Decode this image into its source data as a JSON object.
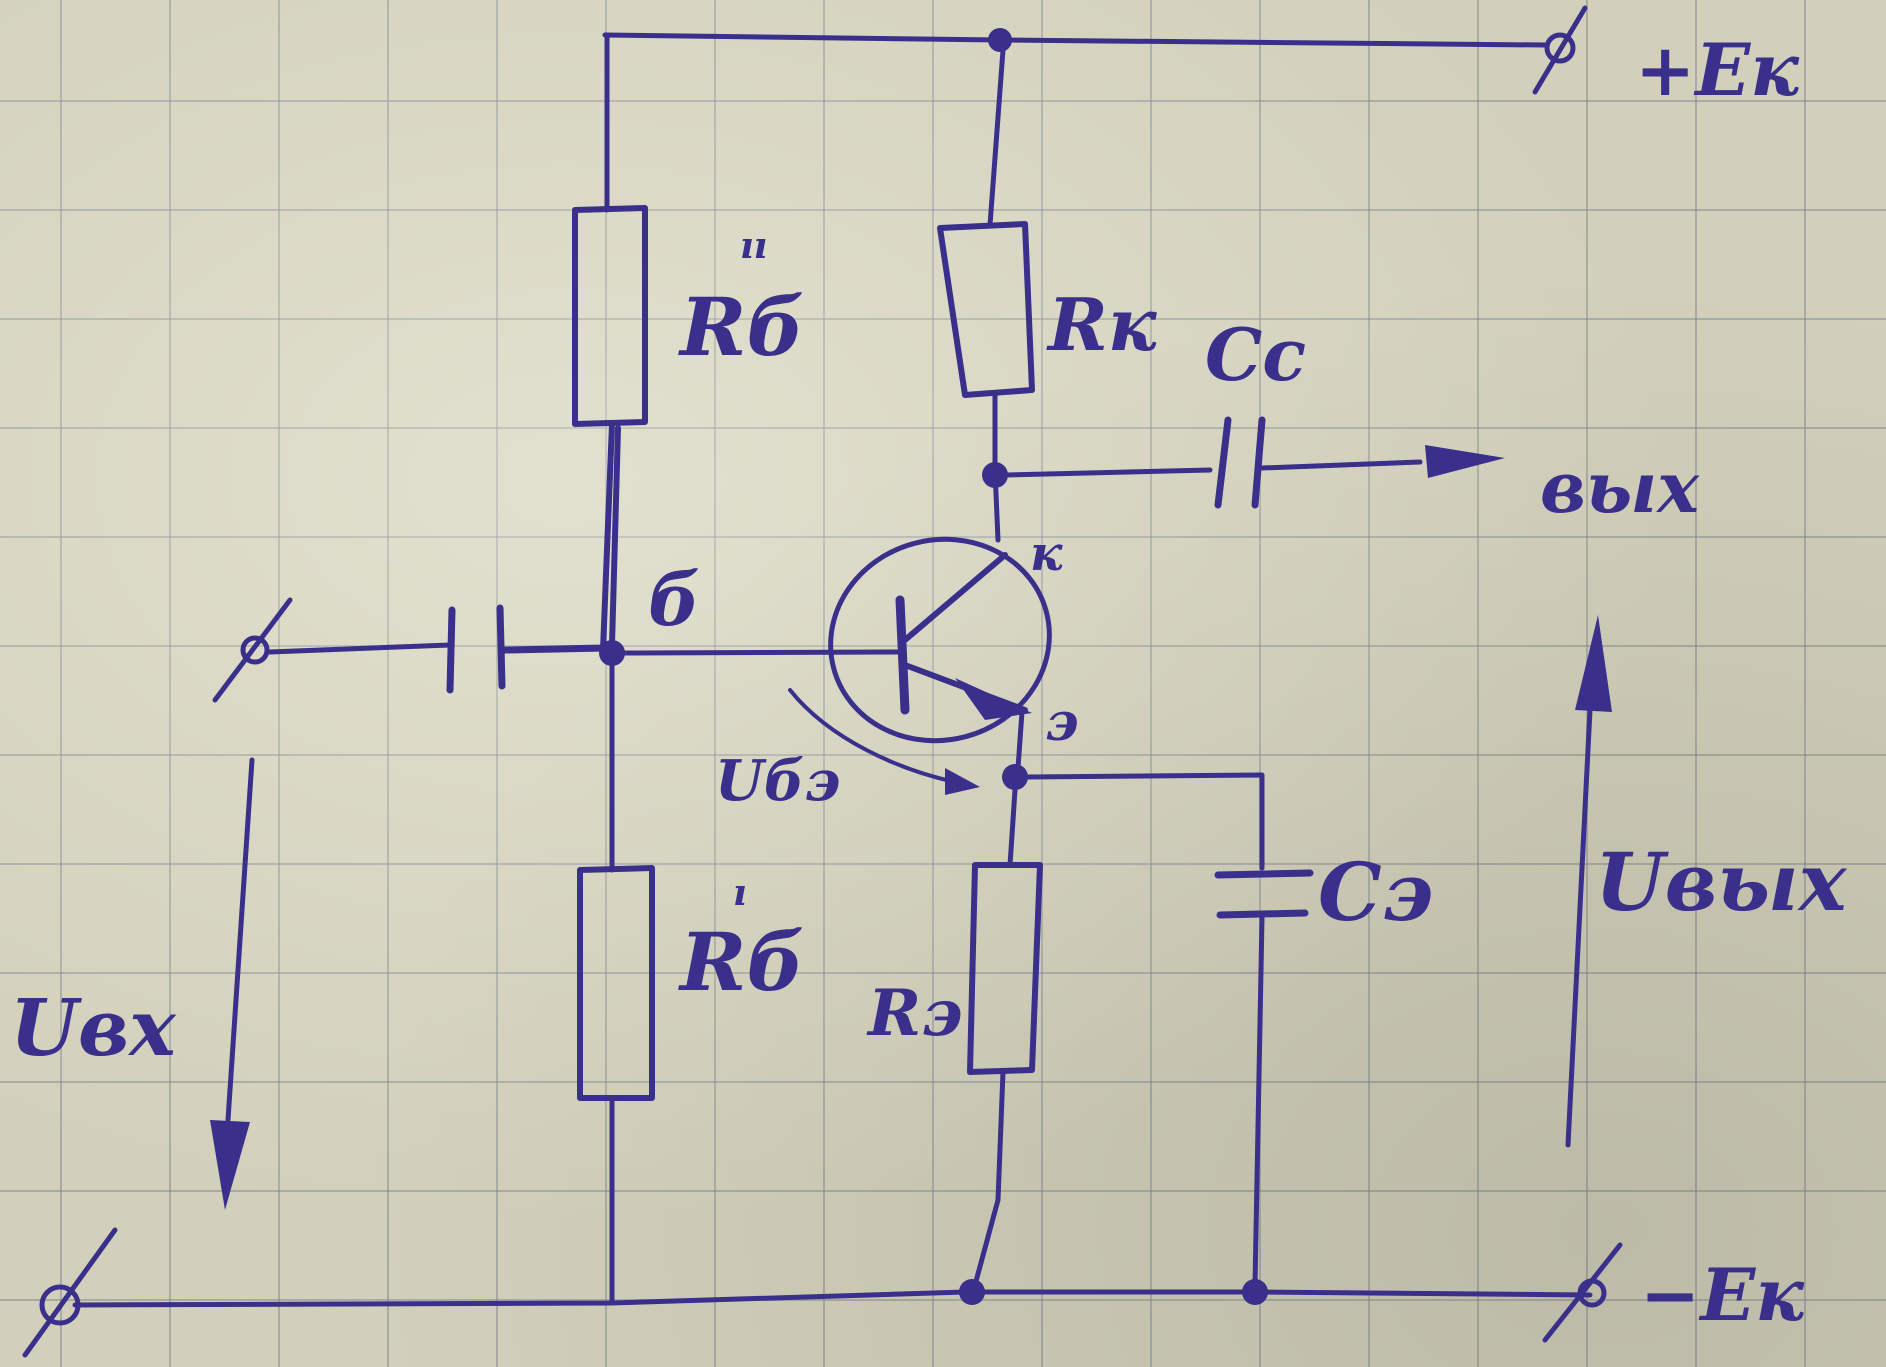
{
  "labels": {
    "plus_supply": "+Eк",
    "minus_supply": "−Eк",
    "rb_top": "Rб",
    "rb_top_mark": "ıı",
    "rb_bottom": "Rб",
    "rb_bottom_mark": "ı",
    "rk": "Rк",
    "re": "Rэ",
    "c_out": "Cс",
    "c_e": "Cэ",
    "out": "вых",
    "base": "б",
    "collector": "к",
    "emitter": "э",
    "u_be": "Uбэ",
    "u_in": "Uвх",
    "u_out": "Uвых"
  },
  "colors": {
    "ink": "#3a2f8a",
    "paper": "#d2d0ba",
    "grid": "#7d8192"
  }
}
